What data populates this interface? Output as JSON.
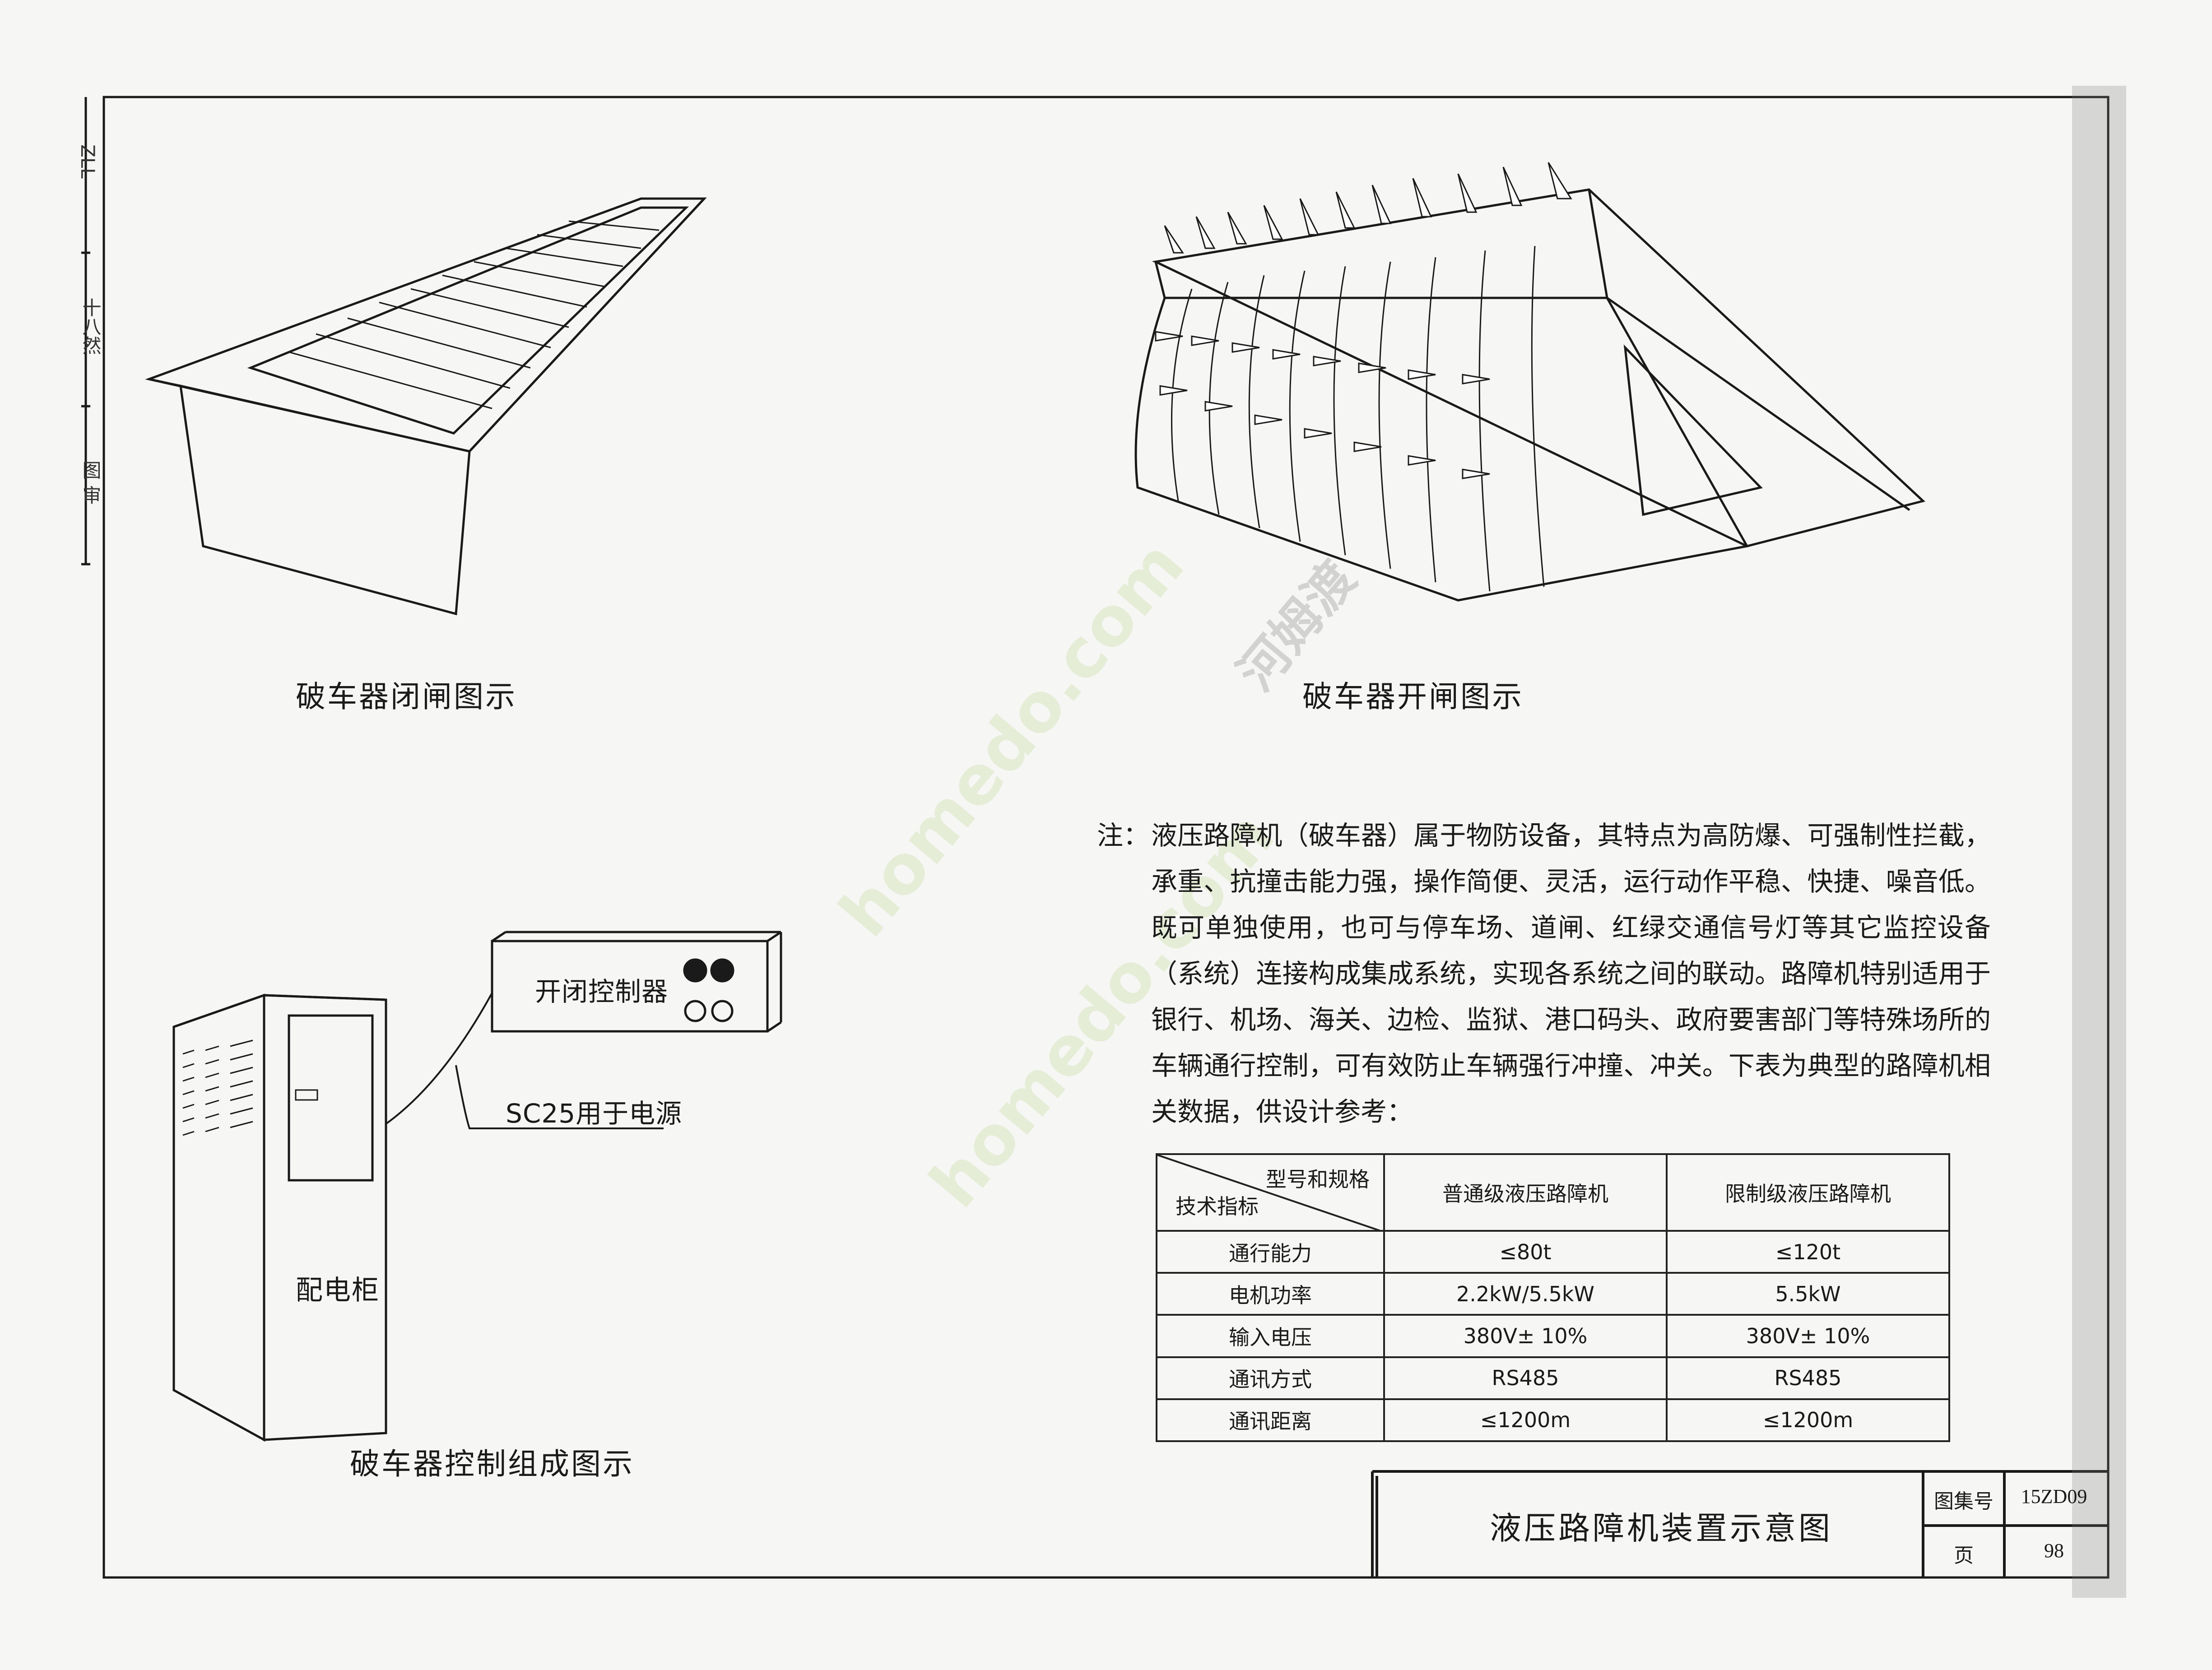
{
  "captions": {
    "closed": "破车器闭闸图示",
    "open": "破车器开闸图示",
    "control": "破车器控制组成图示"
  },
  "control_labels": {
    "controller": "开闭控制器",
    "cable": "SC25用于电源",
    "cabinet": "配电柜"
  },
  "note": {
    "prefix": "注：",
    "text": "液压路障机（破车器）属于物防设备，其特点为高防爆、可强制性拦截，承重、抗撞击能力强，操作简便、灵活，运行动作平稳、快捷、噪音低。既可单独使用，也可与停车场、道闸、红绿交通信号灯等其它监控设备（系统）连接构成集成系统，实现各系统之间的联动。路障机特别适用于银行、机场、海关、边检、监狱、港口码头、政府要害部门等特殊场所的车辆通行控制，可有效防止车辆强行冲撞、冲关。下表为典型的路障机相关数据，供设计参考："
  },
  "table": {
    "header_diag_top": "型号和规格",
    "header_diag_bottom": "技术指标",
    "col1": "普通级液压路障机",
    "col2": "限制级液压路障机",
    "rows": [
      {
        "label": "通行能力",
        "v1": "≤80t",
        "v2": "≤120t"
      },
      {
        "label": "电机功率",
        "v1": "2.2kW/5.5kW",
        "v2": "5.5kW"
      },
      {
        "label": "输入电压",
        "v1": "380V± 10%",
        "v2": "380V± 10%"
      },
      {
        "label": "通讯方式",
        "v1": "RS485",
        "v2": "RS485"
      },
      {
        "label": "通讯距离",
        "v1": "≤1200m",
        "v2": "≤1200m"
      }
    ]
  },
  "title_block": {
    "title": "液压路障机装置示意图",
    "atlas_label": "图集号",
    "atlas_no": "15ZD09",
    "page_label": "页",
    "page_no": "98"
  },
  "side_labels": {
    "top": "ZLL",
    "mid": "十八然",
    "bottom": "图 审"
  },
  "watermark": {
    "url1": "homedo.com",
    "url2": "homedo.com",
    "cn": "河姆渡"
  },
  "colors": {
    "line": "#1a1a1a",
    "background": "#f6f6f4",
    "watermark": "#c8dca0"
  }
}
